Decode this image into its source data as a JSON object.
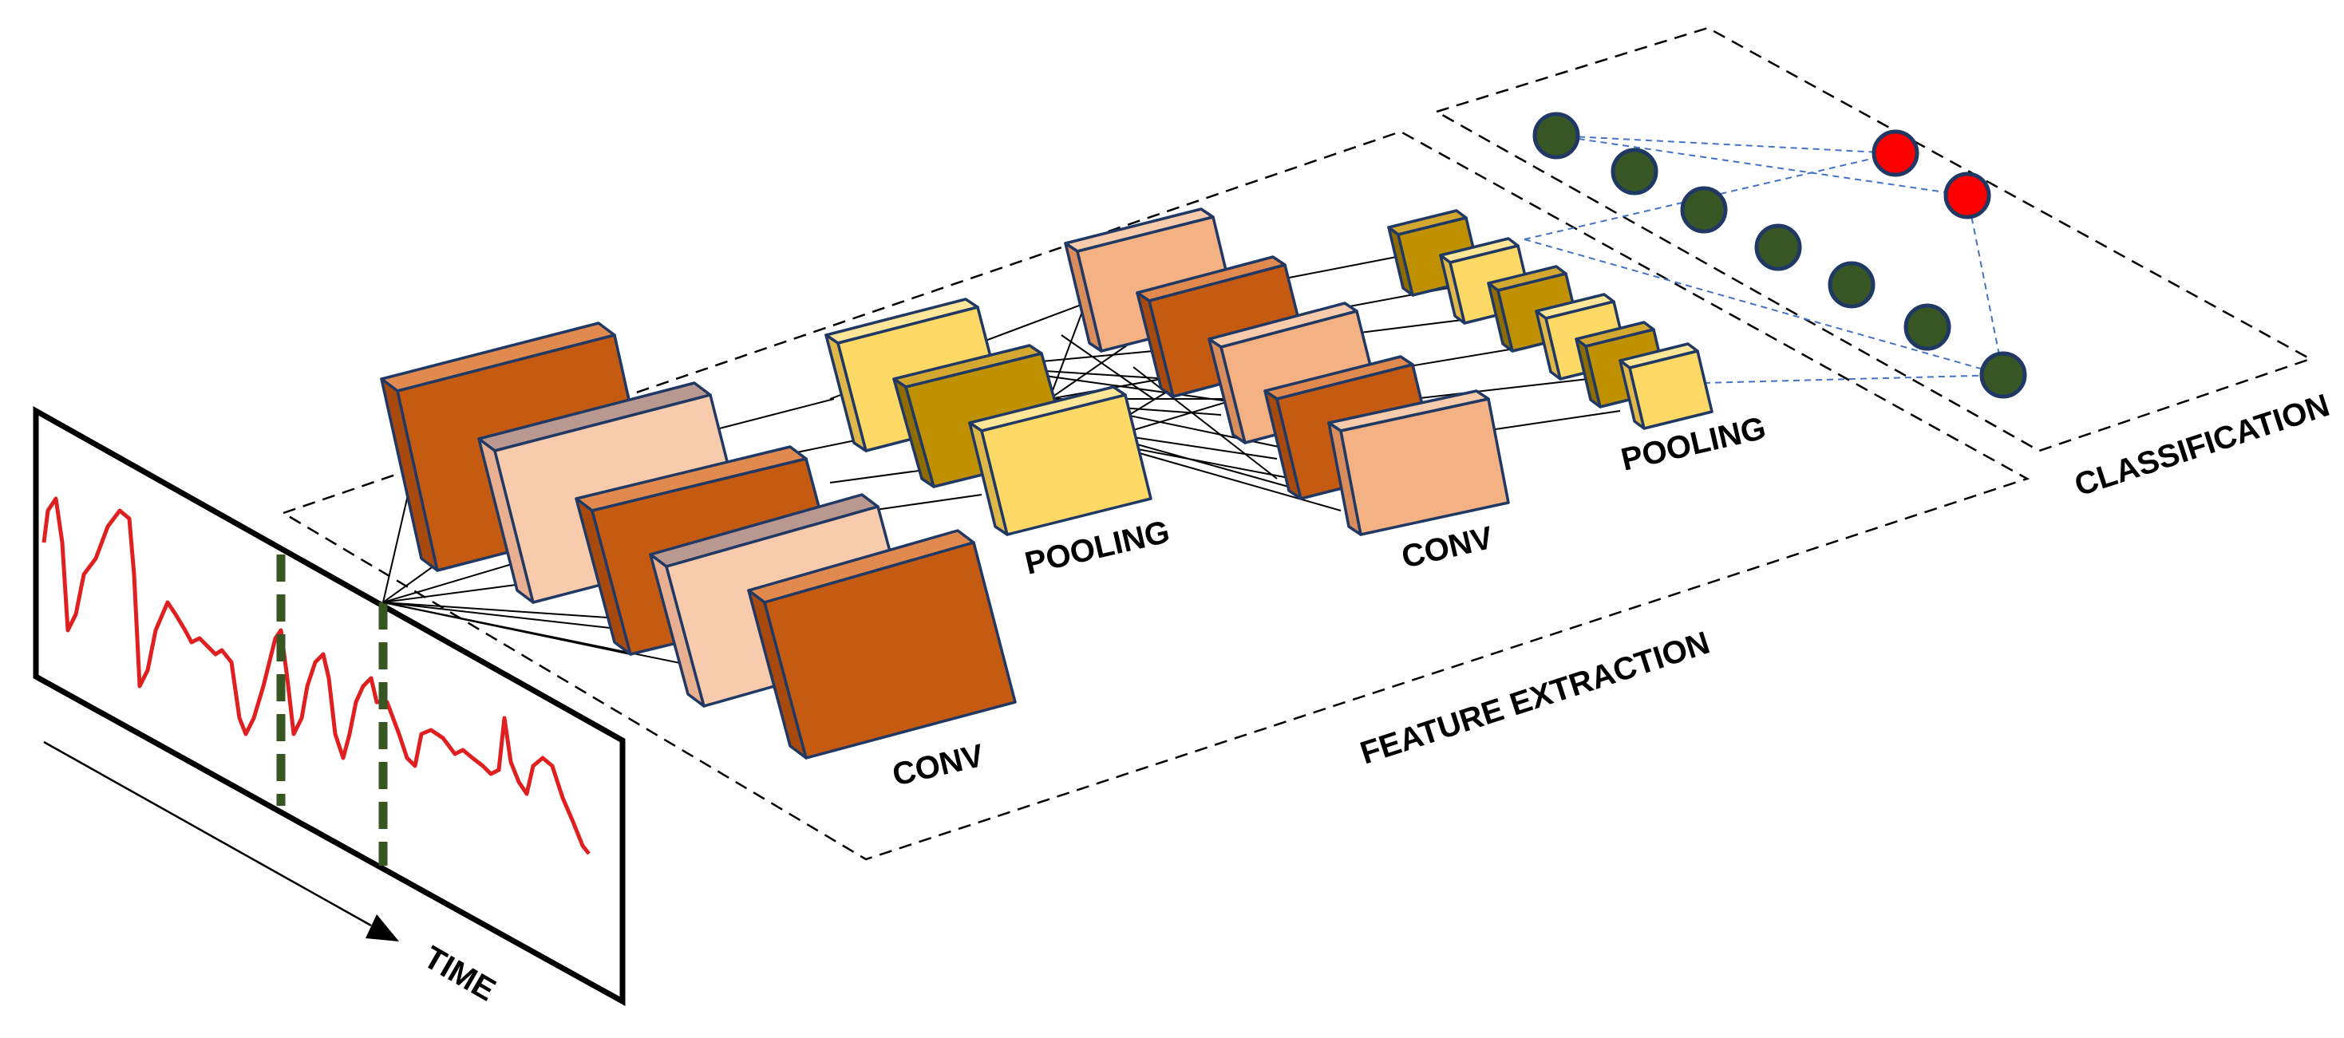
{
  "labels": {
    "time": "TIME",
    "conv1": "CONV",
    "pool1": "POOLING",
    "conv2": "CONV",
    "pool2": "POOLING",
    "feature_extraction": "FEATURE EXTRACTION",
    "classification": "CLASSIFICATION"
  },
  "colors": {
    "dark_orange": "#c55a11",
    "light_peach": "#f8cbad",
    "salmon": "#f4b183",
    "dark_gold": "#bf9000",
    "light_gold": "#ffd966",
    "signal": "#e02020",
    "window_marker": "#375623",
    "node_green": "#375623",
    "node_red": "#ff0000",
    "edge_blue": "#4472c4"
  }
}
